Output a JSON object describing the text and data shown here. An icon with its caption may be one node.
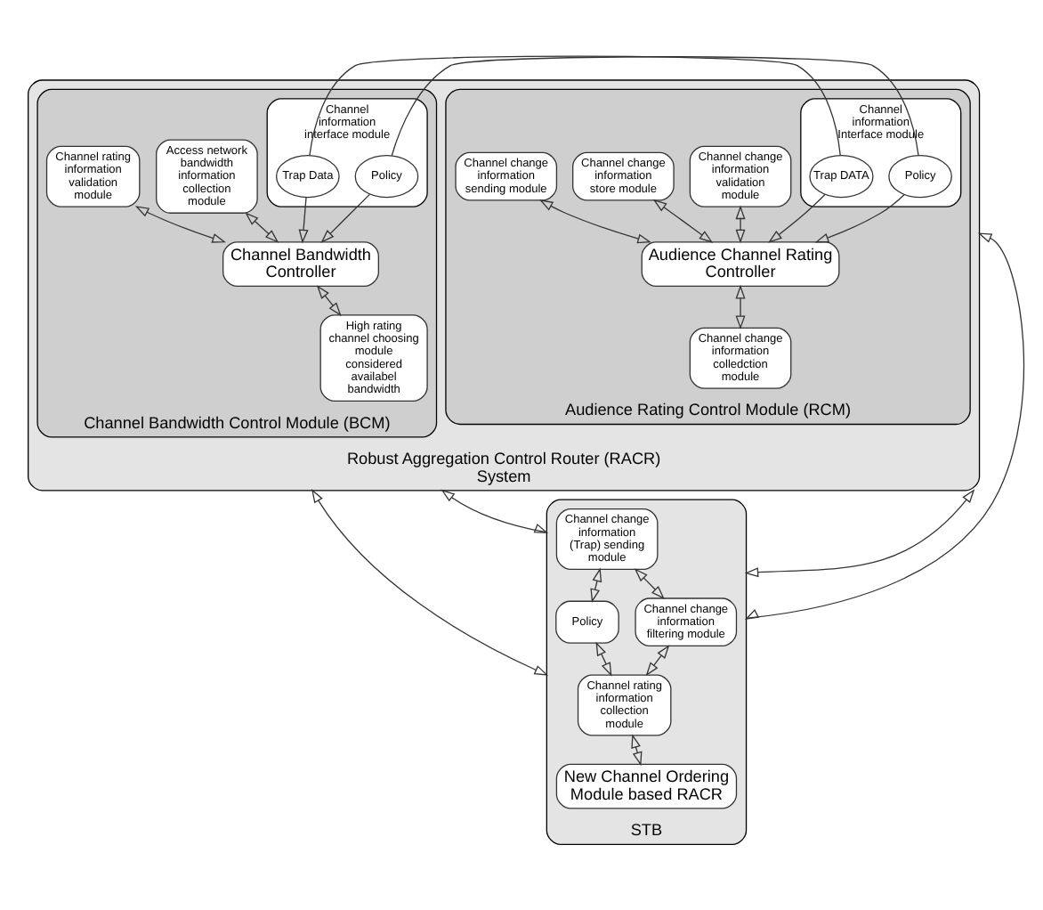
{
  "diagram": {
    "nodes": [
      {
        "text": [
          "Robust Aggregation Control Router (RACR) System"
        ]
      },
      {
        "text": [
          "Audience Rating Control Module (RCM)"
        ],
        "in": 0
      },
      {
        "text": [
          "Channel change information validation module"
        ],
        "in": 1
      },
      {
        "text": [
          "Channel change information store module"
        ],
        "in": 1
      },
      {
        "text": [
          "Channel change information sending module"
        ],
        "in": 1
      },
      {
        "text": [
          "Audience Channel Rating Controller"
        ],
        "in": 1
      },
      {
        "text": [
          "Channel change information colledction module"
        ],
        "in": 1
      },
      {
        "text": [
          "Channel information Interface module"
        ],
        "in": 1
      },
      {
        "text": [
          "Policy"
        ],
        "in": 7
      },
      {
        "text": [
          "Trap DATA"
        ],
        "in": 7
      },
      {
        "text": [
          "Channel Bandwidth Control Module (BCM)"
        ],
        "in": 0
      },
      {
        "text": [
          "Access network bandwidth information collection module"
        ],
        "in": 10
      },
      {
        "text": [
          "Channel rating information validation module"
        ],
        "in": 10
      },
      {
        "text": [
          "Channel Bandwidth Controller"
        ],
        "in": 10
      },
      {
        "text": [
          "Channel information interface module"
        ],
        "in": 10
      },
      {
        "text": [
          "Trap Data"
        ],
        "in": 14
      },
      {
        "text": [
          "Policy"
        ],
        "in": 14
      },
      {
        "text": [
          "High rating channel choosing module considered availabel bandwidth"
        ],
        "in": 10
      },
      {
        "text": [
          "STB"
        ]
      },
      {
        "text": [
          "Channel change information (Trap) sending module"
        ],
        "in": 18
      },
      {
        "text": [
          "Channel change information filtering module"
        ],
        "in": 18
      },
      {
        "text": [
          "Policy"
        ],
        "in": 18
      },
      {
        "text": [
          "Channel rating information collection module"
        ],
        "in": 18
      },
      {
        "text": [
          "New Channel Ordering Module based RACR"
        ],
        "in": 18
      }
    ],
    "edges": [
      {
        "from": 2,
        "to": 5,
        "arrow": "both"
      },
      {
        "from": 3,
        "to": 5,
        "arrow": "both"
      },
      {
        "from": 4,
        "to": 5,
        "arrow": "both"
      },
      {
        "from": 5,
        "to": 6,
        "arrow": "both"
      },
      {
        "from": 8,
        "to": 5,
        "arrow": "to"
      },
      {
        "from": 9,
        "to": 5,
        "arrow": "to"
      },
      {
        "from": 11,
        "to": 13,
        "arrow": "both"
      },
      {
        "from": 12,
        "to": 13,
        "arrow": "both"
      },
      {
        "from": 15,
        "to": 13,
        "arrow": "to"
      },
      {
        "from": 16,
        "to": 13,
        "arrow": "to"
      },
      {
        "from": 13,
        "to": 17,
        "arrow": "both"
      },
      {
        "from": 9,
        "to": 15,
        "arrow": "none"
      },
      {
        "from": 8,
        "to": 16,
        "arrow": "none"
      },
      {
        "from": 0,
        "to": 18,
        "arrow": "both"
      },
      {
        "from": 0,
        "to": 18,
        "arrow": "both"
      },
      {
        "from": 0,
        "to": 18,
        "arrow": "both"
      },
      {
        "from": 0,
        "to": 18,
        "arrow": "both"
      },
      {
        "from": 19,
        "to": 20,
        "arrow": "both"
      },
      {
        "from": 19,
        "to": 21,
        "arrow": "both"
      },
      {
        "from": 20,
        "to": 22,
        "arrow": "both"
      },
      {
        "from": 21,
        "to": 22,
        "arrow": "both"
      },
      {
        "from": 22,
        "to": 23,
        "arrow": "both"
      }
    ]
  }
}
